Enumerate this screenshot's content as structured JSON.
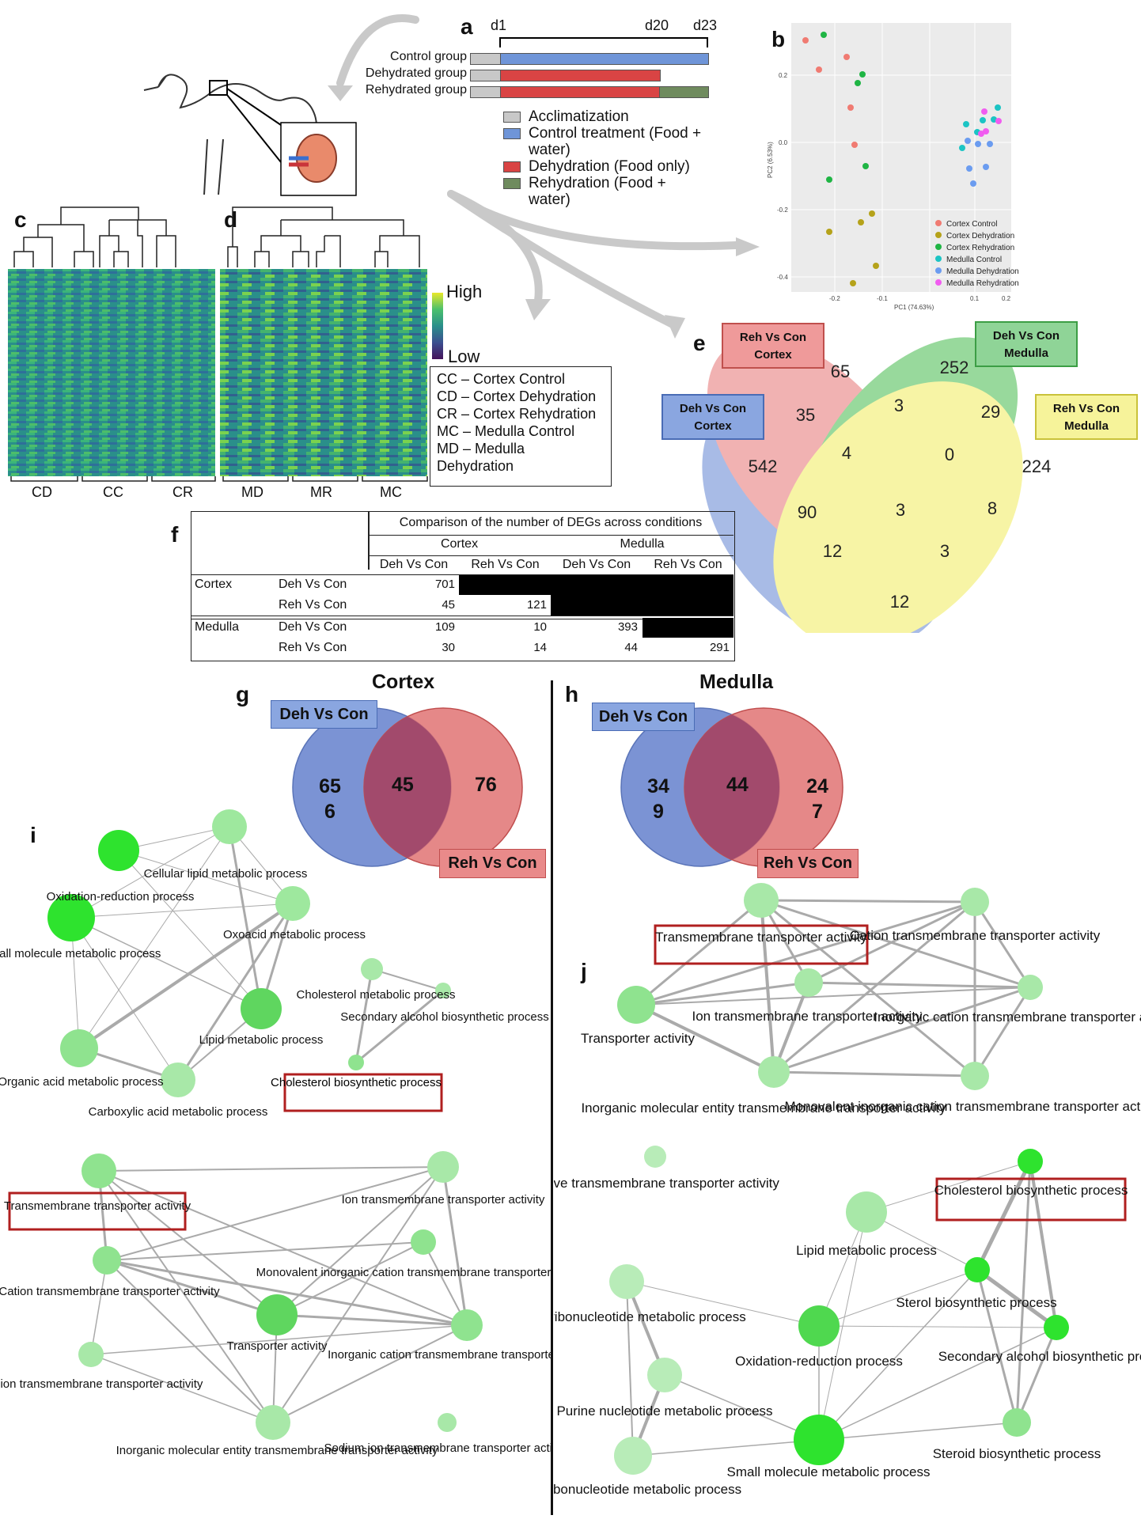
{
  "panels": {
    "a": {
      "label": "a",
      "day_labels": [
        "d1",
        "d20",
        "d23"
      ],
      "groups": [
        "Control group",
        "Dehydrated group",
        "Rehydrated group"
      ],
      "legend": [
        {
          "label": "Acclimatization",
          "color": "#c8c8c8"
        },
        {
          "label": "Control treatment (Food + water)",
          "color": "#6f95d8"
        },
        {
          "label": "Dehydration (Food only)",
          "color": "#d94444"
        },
        {
          "label": "Rehydration (Food + water)",
          "color": "#6f8b5e"
        }
      ]
    },
    "b": {
      "label": "b",
      "xlabel": "PC1 (74.63%)",
      "ylabel": "PC2 (6.53%)",
      "x_ticks": [
        "-0.2",
        "-0.1",
        "0.1",
        "0.2"
      ],
      "y_ticks": [
        "0.2",
        "0.0",
        "-0.2",
        "-0.4"
      ],
      "legend": [
        {
          "label": "Cortex Control",
          "color": "#f07b72"
        },
        {
          "label": "Cortex Dehydration",
          "color": "#b5a21a"
        },
        {
          "label": "Cortex Rehydration",
          "color": "#1fb544"
        },
        {
          "label": "Medulla Control",
          "color": "#1cc4c4"
        },
        {
          "label": "Medulla Dehydration",
          "color": "#6b9cf0"
        },
        {
          "label": "Medulla Rehydration",
          "color": "#f15cf0"
        }
      ]
    },
    "c": {
      "label": "c",
      "groups": [
        "CD",
        "CC",
        "CR"
      ]
    },
    "d": {
      "label": "d",
      "groups": [
        "MD",
        "MR",
        "MC"
      ]
    },
    "heatmap_scale": {
      "high": "High",
      "low": "Low"
    },
    "heatmap_legend": [
      "CC – Cortex Control",
      "CD – Cortex Dehydration",
      "CR – Cortex Rehydration",
      "MC – Medulla Control",
      "MD – Medulla Dehydration"
    ],
    "e": {
      "label": "e",
      "sets": [
        {
          "label": "Deh Vs Con Cortex",
          "color": "#6f8fd6"
        },
        {
          "label": "Reh Vs Con Cortex",
          "color": "#e88080"
        },
        {
          "label": "Deh Vs Con Medulla",
          "color": "#55c05c"
        },
        {
          "label": "Reh Vs Con Medulla",
          "color": "#f2ee6a"
        }
      ],
      "counts": [
        "65",
        "252",
        "35",
        "3",
        "29",
        "542",
        "4",
        "0",
        "224",
        "90",
        "3",
        "8",
        "12",
        "3",
        "12"
      ]
    },
    "f": {
      "label": "f",
      "header": "Comparison of the number of DEGs across conditions",
      "tissues": [
        "Cortex",
        "Medulla"
      ],
      "columns": [
        "Deh Vs Con",
        "Reh Vs Con",
        "Deh Vs Con",
        "Reh Vs Con"
      ],
      "rows": [
        {
          "tissue": "Cortex",
          "comparison": "Deh Vs Con",
          "values": [
            "701",
            "",
            "",
            ""
          ]
        },
        {
          "tissue": "",
          "comparison": "Reh Vs Con",
          "values": [
            "45",
            "121",
            "",
            ""
          ]
        },
        {
          "tissue": "Medulla",
          "comparison": "Deh Vs Con",
          "values": [
            "109",
            "10",
            "393",
            ""
          ]
        },
        {
          "tissue": "",
          "comparison": "Reh Vs Con",
          "values": [
            "30",
            "14",
            "44",
            "291"
          ]
        }
      ]
    },
    "g": {
      "label": "g",
      "title": "Cortex",
      "left_label": "Deh Vs Con",
      "right_label": "Reh Vs Con",
      "left_count": "65 6",
      "overlap": "45",
      "right_count": "76"
    },
    "h": {
      "label": "h",
      "title": "Medulla",
      "left_label": "Deh Vs Con",
      "right_label": "Reh Vs Con",
      "left_count": "34 9",
      "overlap": "44",
      "right_count": "24 7"
    },
    "i": {
      "label": "i",
      "nodes": [
        "Cellular lipid metabolic process",
        "Oxidation-reduction process",
        "Oxoacid metabolic process",
        "Small molecule metabolic process",
        "Cholesterol metabolic process",
        "Secondary alcohol biosynthetic process",
        "Lipid metabolic process",
        "Organic acid metabolic process",
        "Carboxylic acid metabolic process",
        "Cholesterol biosynthetic process",
        "Transmembrane transporter activity",
        "Ion transmembrane transporter activity",
        "Monovalent inorganic cation transmembrane transporter activity",
        "Cation transmembrane transporter activity",
        "Transporter activity",
        "Inorganic cation transmembrane transporter activity",
        "Metal ion transmembrane transporter activity",
        "Inorganic molecular entity transmembrane transporter activity",
        "Sodium ion transmembrane transporter activity"
      ]
    },
    "j": {
      "label": "j",
      "nodes": [
        "Transmembrane transporter activity",
        "Cation transmembrane transporter activity",
        "Transporter activity",
        "Ion transmembrane transporter activity",
        "Inorganic cation transmembrane transporter activity",
        "Inorganic molecular entity transmembrane transporter activity",
        "Monovalent inorganic cation transmembrane transporter activity",
        "Active transmembrane transporter activity",
        "Cholesterol biosynthetic process",
        "Lipid metabolic process",
        "Sterol biosynthetic process",
        "Purine ribonucleotide metabolic process",
        "Oxidation-reduction process",
        "Secondary alcohol biosynthetic process",
        "Purine nucleotide metabolic process",
        "Steroid biosynthetic process",
        "Small molecule metabolic process",
        "Ribonucleotide metabolic process"
      ]
    }
  }
}
